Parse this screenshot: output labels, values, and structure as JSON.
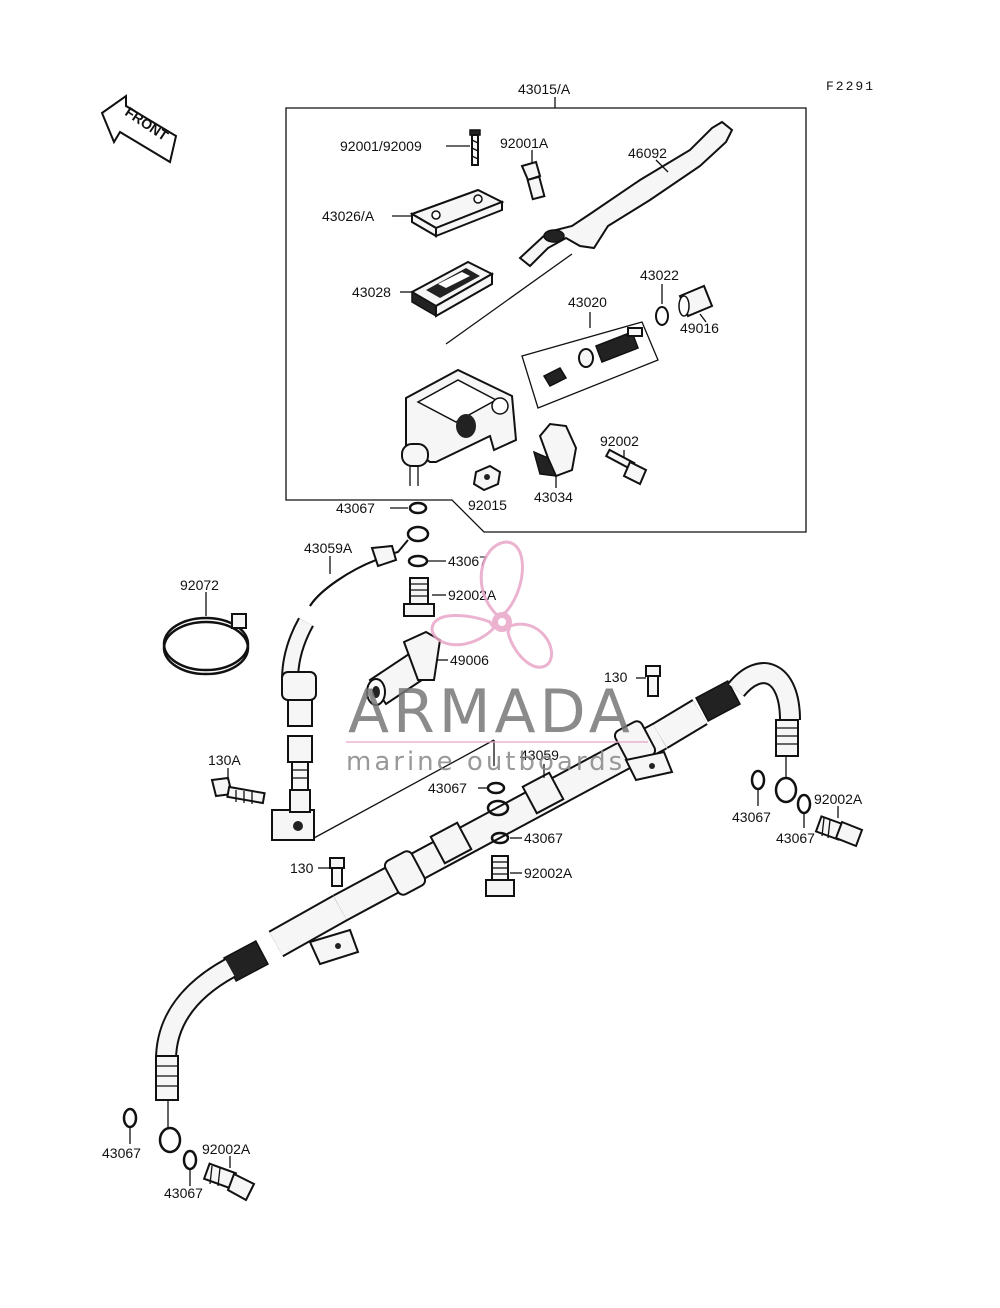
{
  "figure_code": "F2291",
  "front_arrow_text": "FRONT",
  "assembly_label": "43015/A",
  "parts": {
    "screw_cap": "92001/92009",
    "bolt_pivot": "92001A",
    "lever": "46092",
    "cap": "43026/A",
    "diaphragm": "43028",
    "piston_kit": "43020",
    "circlip": "43022",
    "boot": "49016",
    "bolt_clamp": "92002",
    "clamp": "43034",
    "cap_small": "92015",
    "washer_top": "43067",
    "hose_top": "43059A",
    "washer_a": "43067",
    "banjo_bolt_a": "92002A",
    "band": "92072",
    "grommet": "49006",
    "bolt_130_right": "130",
    "bolt_130a": "130A",
    "hose_main": "43059",
    "washer_b": "43067",
    "washer_c": "43067",
    "banjo_bolt_b": "92002A",
    "bolt_130_left": "130",
    "washer_right_1": "43067",
    "banjo_bolt_right": "92002A",
    "washer_right_2": "43067",
    "washer_left_1": "43067",
    "banjo_bolt_left": "92002A",
    "washer_left_2": "43067"
  },
  "watermark": {
    "brand": "ARMADA",
    "tagline": "marine outboards",
    "accent_color": "#e8a6c8"
  }
}
